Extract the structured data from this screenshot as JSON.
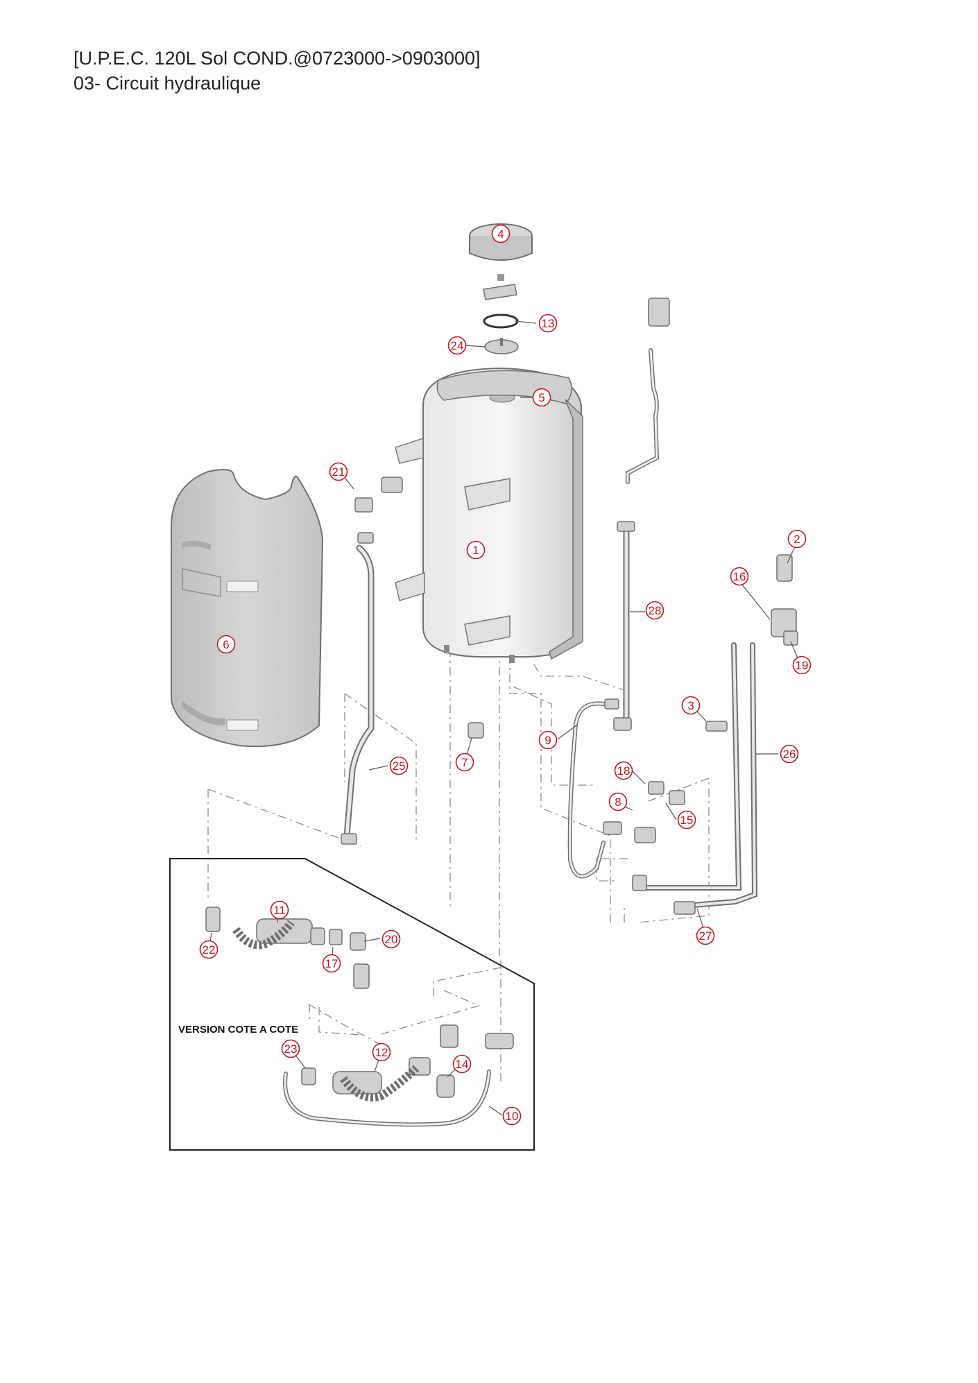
{
  "header": {
    "title": "[U.P.E.C. 120L Sol COND.@0723000->0903000]",
    "subtitle": "03- Circuit hydraulique"
  },
  "inset": {
    "label": "VERSION COTE A COTE"
  },
  "colors": {
    "callout": "#c0181e",
    "part_fill": "#d9d9d9",
    "part_stroke": "#6f6f6f",
    "dash": "#8a8a8a"
  },
  "callouts": [
    {
      "id": "4",
      "label": "4"
    },
    {
      "id": "13",
      "label": "13"
    },
    {
      "id": "24",
      "label": "24"
    },
    {
      "id": "5",
      "label": "5"
    },
    {
      "id": "21",
      "label": "21"
    },
    {
      "id": "1",
      "label": "1"
    },
    {
      "id": "6",
      "label": "6"
    },
    {
      "id": "28",
      "label": "28"
    },
    {
      "id": "2",
      "label": "2"
    },
    {
      "id": "16",
      "label": "16"
    },
    {
      "id": "19",
      "label": "19"
    },
    {
      "id": "3",
      "label": "3"
    },
    {
      "id": "9",
      "label": "9"
    },
    {
      "id": "26",
      "label": "26"
    },
    {
      "id": "7",
      "label": "7"
    },
    {
      "id": "25",
      "label": "25"
    },
    {
      "id": "18",
      "label": "18"
    },
    {
      "id": "8",
      "label": "8"
    },
    {
      "id": "15",
      "label": "15"
    },
    {
      "id": "27",
      "label": "27"
    },
    {
      "id": "11",
      "label": "11"
    },
    {
      "id": "20",
      "label": "20"
    },
    {
      "id": "22",
      "label": "22"
    },
    {
      "id": "17",
      "label": "17"
    },
    {
      "id": "23",
      "label": "23"
    },
    {
      "id": "12",
      "label": "12"
    },
    {
      "id": "14",
      "label": "14"
    },
    {
      "id": "10",
      "label": "10"
    }
  ]
}
